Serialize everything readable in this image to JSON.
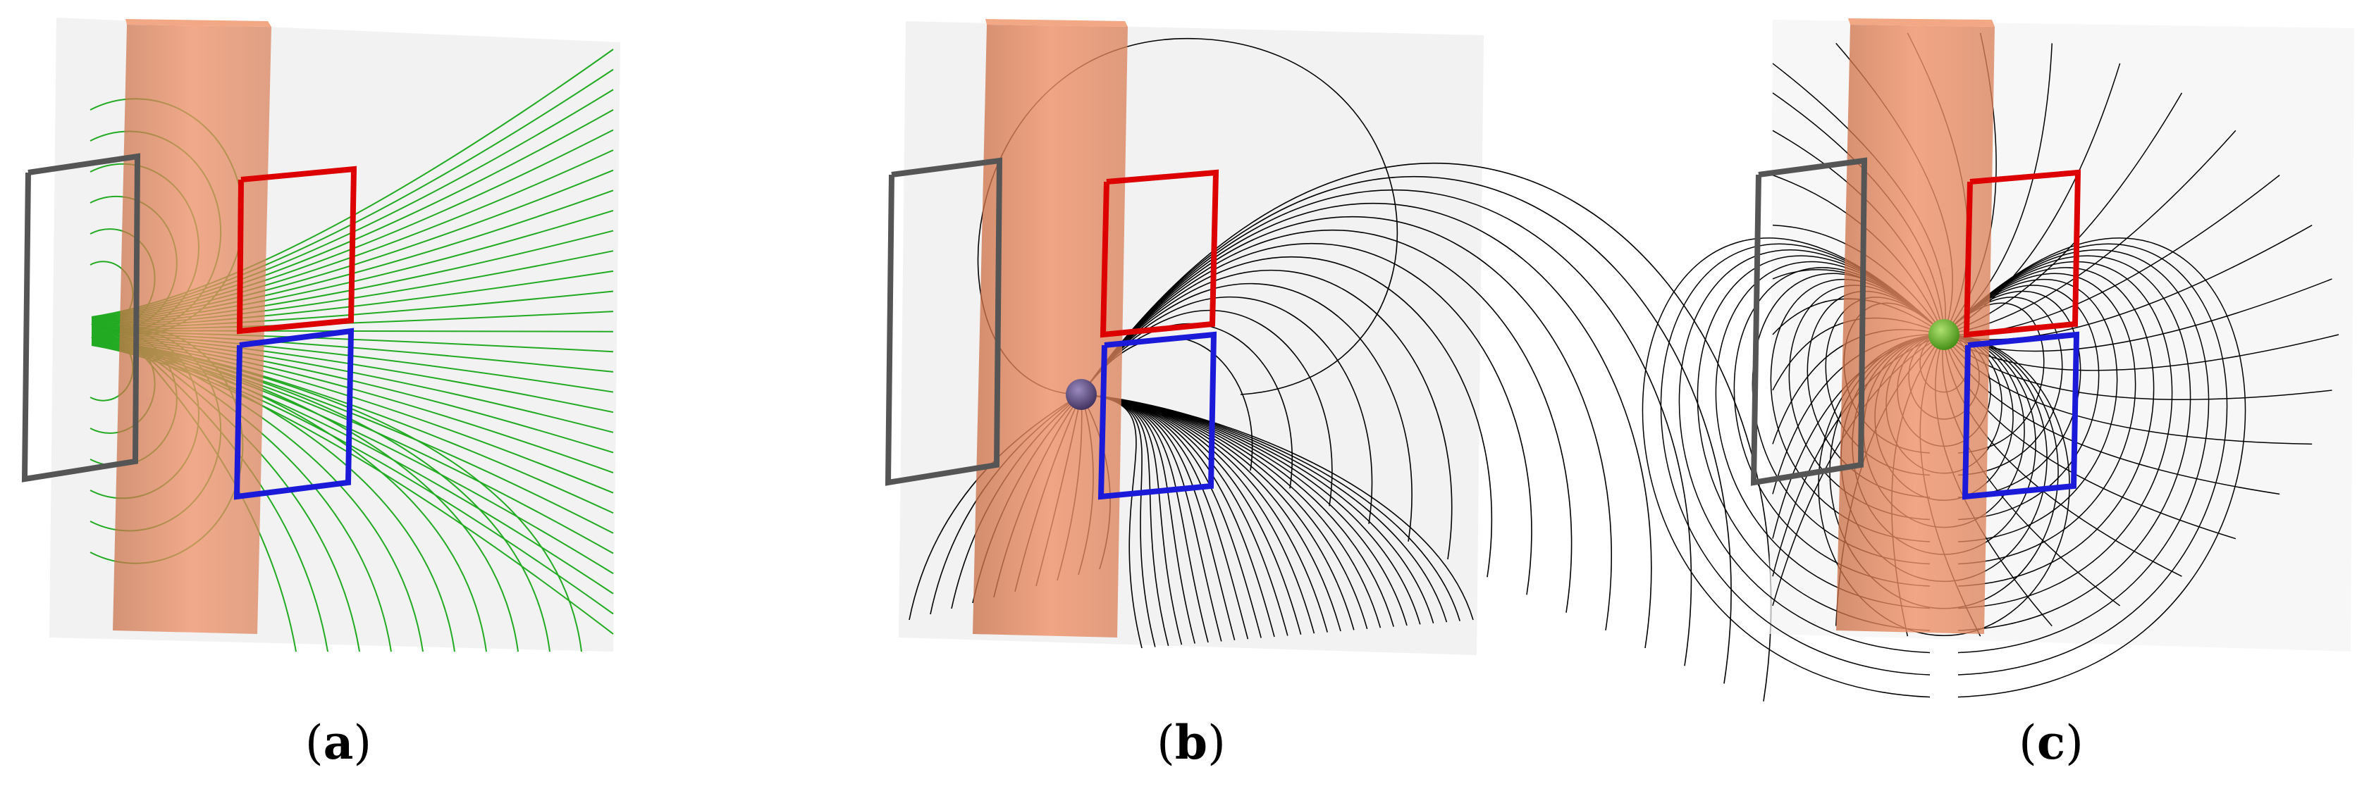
{
  "panels": [
    {
      "id": "a",
      "label_open": "(",
      "label_letter": "a",
      "label_close": ")",
      "field_color": "#22aa22",
      "sphere_color": ""
    },
    {
      "id": "b",
      "label_open": "(",
      "label_letter": "b",
      "label_close": ")",
      "field_color": "#000000",
      "sphere_color": "#5a4a78"
    },
    {
      "id": "c",
      "label_open": "(",
      "label_letter": "c",
      "label_close": ")",
      "field_color": "#000000",
      "sphere_color": "#66bb22"
    }
  ],
  "colors": {
    "bar": "#e8875a",
    "bar_side": "#c9734a",
    "sheet": "#ececec",
    "frame_gray": "#555555",
    "frame_red": "#dd0000",
    "frame_blue": "#1a1ad8"
  }
}
